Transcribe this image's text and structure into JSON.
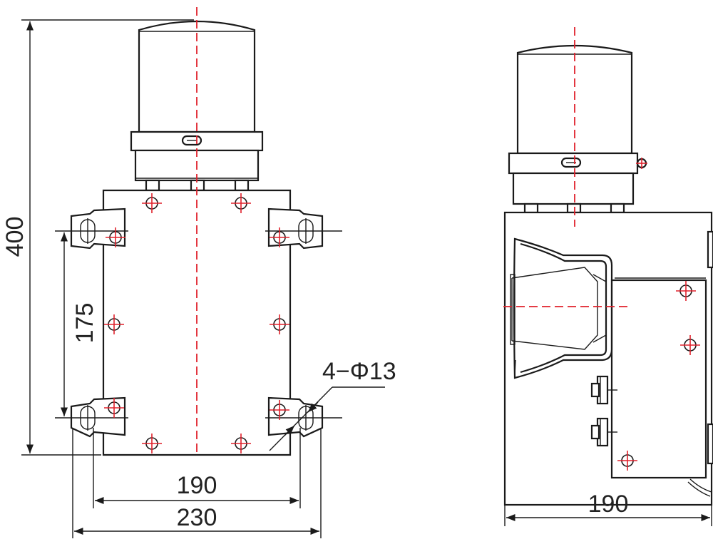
{
  "dimensions": {
    "height": "400",
    "mount_spacing": "175",
    "hole_spec": "4−Φ13",
    "hole_center_width": "190",
    "overall_width": "230",
    "side_depth": "190"
  },
  "colors": {
    "outline": "#1a1a1a",
    "centerline": "#e0212b"
  }
}
